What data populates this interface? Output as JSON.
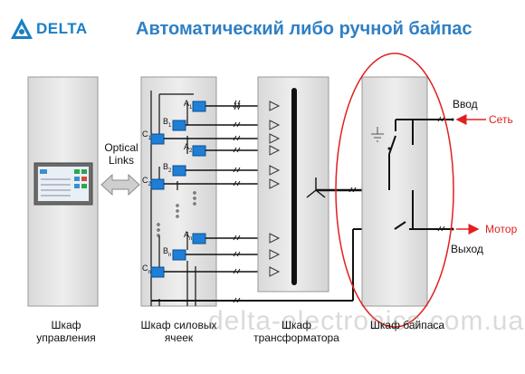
{
  "logo": {
    "text": "DELTA",
    "icon": "delta-triangle-logo"
  },
  "title": "Автоматический либо ручной байпас",
  "optical_links": {
    "line1": "Optical",
    "line2": "Links"
  },
  "cell_labels": {
    "A1": "A",
    "A1sub": "1",
    "B1": "B",
    "B1sub": "1",
    "C1": "C",
    "C1sub": "1",
    "A2": "A",
    "A2sub": "2",
    "B2": "B",
    "B2sub": "2",
    "C2": "C",
    "C2sub": "2",
    "An": "A",
    "Ansub": "n",
    "Bn": "B",
    "Bnsub": "n",
    "Cn": "C",
    "Cnsub": "n"
  },
  "bypass": {
    "input": "Ввод",
    "output": "Выход",
    "grid": "Сеть",
    "motor": "Мотор"
  },
  "cabinets": {
    "control": {
      "line1": "Шкаф",
      "line2": "управления"
    },
    "power_cells": {
      "line1": "Шкаф силовых",
      "line2": "ячеек"
    },
    "transformer": {
      "line1": "Шкаф",
      "line2": "трансформатора"
    },
    "bypass": {
      "line1": "Шкаф байпаса",
      "line2": ""
    }
  },
  "watermark": "delta-electronics.com.ua",
  "colors": {
    "title": "#2f80c4",
    "cabinet": "#e6e6e6",
    "cell": "#1f7fd6",
    "highlight": "#e02020",
    "wire": "#111111"
  }
}
